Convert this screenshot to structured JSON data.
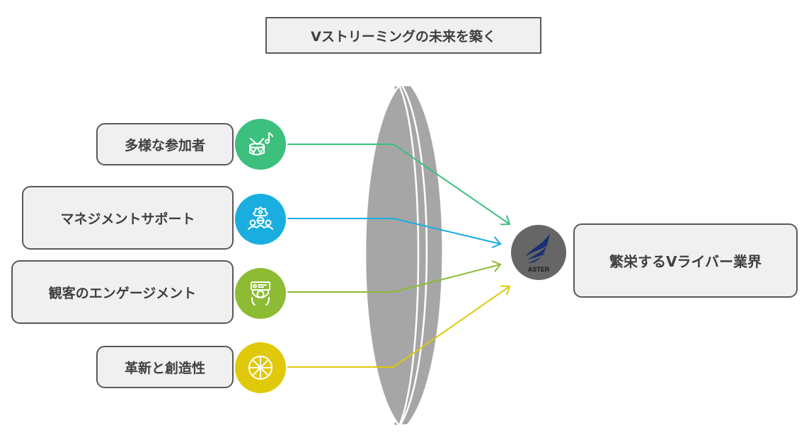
{
  "title": "Vストリーミングの未来を築く",
  "inputs": [
    {
      "label": "多様な参加者",
      "icon": "drum-music-icon",
      "color": "#3dbf7e"
    },
    {
      "label": "マネジメントサポート",
      "icon": "team-gear-icon",
      "color": "#1aaee0"
    },
    {
      "label": "観客のエンゲージメント",
      "icon": "camera-audience-icon",
      "color": "#8dbb34"
    },
    {
      "label": "革新と創造性",
      "icon": "citrus-slice-icon",
      "color": "#e0c90a"
    }
  ],
  "center": {
    "element": "lens",
    "color": "#a6a6a6"
  },
  "logo": {
    "text": "ASTER",
    "color": "#666666",
    "wing_color": "#1a2f73"
  },
  "result": {
    "label": "繁栄するVライバー業界"
  }
}
